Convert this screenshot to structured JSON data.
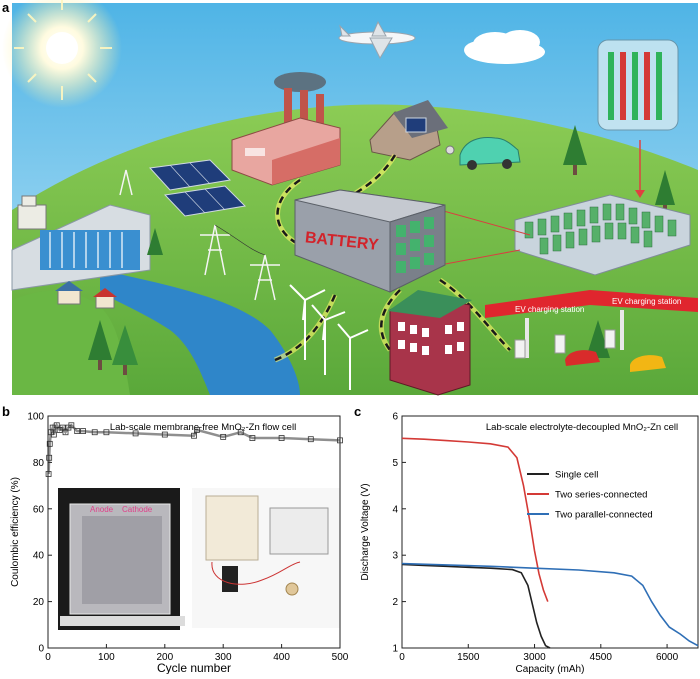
{
  "panel_a": {
    "letter": "a",
    "battery_label": "BATTERY",
    "ev_label_1": "EV charging station",
    "ev_label_2": "EV charging station",
    "icons": [
      "sun-icon",
      "airplane-icon",
      "cloud-icon",
      "factory-icon",
      "house-icon",
      "car-icon",
      "solar-panel-icon",
      "battery-icon",
      "battery-pack-icon",
      "dam-icon",
      "power-tower-icon",
      "wind-turbine-icon",
      "tree-icon",
      "ev-station-icon",
      "apartment-icon"
    ],
    "colors": {
      "sky": "#48b6e8",
      "grass": "#7cc24a",
      "river": "#2f86c9",
      "battery": "#8b8f99",
      "battery_text": "#d2232a",
      "ev_roof": "#e0262e"
    }
  },
  "panel_b": {
    "letter": "b",
    "insert_label_anode": "Anode",
    "insert_label_cathode": "Cathode"
  },
  "panel_c": {
    "letter": "c"
  },
  "chart_data": [
    {
      "type": "scatter",
      "title": "Lab-scale membrane-free MnO₂-Zn flow cell",
      "xlabel": "Cycle number",
      "ylabel": "Coulombic efficiency (%)",
      "xlim": [
        0,
        500
      ],
      "ylim": [
        0,
        100
      ],
      "xticks": [
        0,
        100,
        200,
        300,
        400,
        500
      ],
      "yticks": [
        0,
        20,
        40,
        60,
        80,
        100
      ],
      "series": [
        {
          "marker": "open-square",
          "color": "#333333",
          "x": [
            1,
            2,
            3,
            5,
            8,
            10,
            15,
            20,
            25,
            30,
            35,
            40,
            50,
            60,
            80,
            100,
            150,
            200,
            250,
            255,
            300,
            330,
            350,
            400,
            450,
            500
          ],
          "y": [
            75,
            82,
            88,
            93,
            95,
            92,
            96,
            94,
            95,
            93,
            95,
            96,
            93.5,
            93.5,
            93,
            93,
            92.5,
            92,
            91.5,
            94,
            91,
            93,
            90.5,
            90.5,
            90,
            89.5
          ]
        }
      ]
    },
    {
      "type": "line",
      "title": "Lab-scale electrolyte-decoupled MnO₂-Zn cell",
      "xlabel": "Capacity (mAh)",
      "ylabel": "Discharge Voltage (V)",
      "xlim": [
        0,
        6700
      ],
      "ylim": [
        1,
        6
      ],
      "xticks": [
        0,
        1500,
        3000,
        4500,
        6000
      ],
      "yticks": [
        1,
        2,
        3,
        4,
        5,
        6
      ],
      "legend": "right",
      "series": [
        {
          "name": "Single cell",
          "color": "#222222",
          "x": [
            0,
            500,
            1000,
            1500,
            2000,
            2500,
            2700,
            2850,
            2950,
            3050,
            3150,
            3250,
            3350
          ],
          "y": [
            2.8,
            2.78,
            2.76,
            2.74,
            2.72,
            2.69,
            2.62,
            2.35,
            1.95,
            1.55,
            1.25,
            1.05,
            1.0
          ]
        },
        {
          "name": "Two series-connected",
          "color": "#d43a36",
          "x": [
            0,
            500,
            1000,
            1500,
            2000,
            2400,
            2600,
            2750,
            2900,
            3000,
            3100,
            3200,
            3300
          ],
          "y": [
            5.52,
            5.5,
            5.47,
            5.44,
            5.4,
            5.33,
            5.1,
            4.5,
            3.7,
            3.1,
            2.6,
            2.25,
            2.0
          ]
        },
        {
          "name": "Two parallel-connected",
          "color": "#2f6fb6",
          "x": [
            0,
            1000,
            2000,
            3000,
            4000,
            4800,
            5200,
            5450,
            5650,
            5850,
            6050,
            6300,
            6500,
            6700
          ],
          "y": [
            2.82,
            2.79,
            2.76,
            2.72,
            2.68,
            2.62,
            2.55,
            2.35,
            2.0,
            1.7,
            1.45,
            1.3,
            1.15,
            1.05
          ]
        }
      ]
    }
  ]
}
